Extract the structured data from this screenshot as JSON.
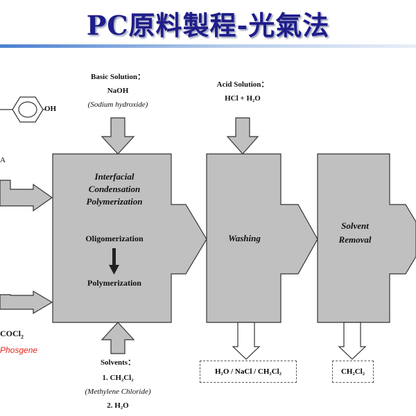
{
  "page": {
    "title": "PC原料製程-光氣法"
  },
  "inputs": {
    "bpa_fragment": "A",
    "oh_group": "OH",
    "phosgene_formula": "COCl",
    "phosgene_formula_sub": "2",
    "phosgene_name": "Phosgene"
  },
  "basic_solution": {
    "title": "Basic Solution：",
    "formula": "NaOH",
    "name": "(Sodium hydroxide)"
  },
  "acid_solution": {
    "title": "Acid Solution：",
    "formula": "HCl + H₂O"
  },
  "reactor": {
    "line1": "Interfacial",
    "line2": "Condensation",
    "line3": "Polymerization",
    "step1": "Oligomerization",
    "step2": "Polymerization"
  },
  "washing": {
    "label": "Washing"
  },
  "solvent_removal": {
    "line1": "Solvent",
    "line2": "Removal"
  },
  "solvents": {
    "title": "Solvents：",
    "item1": "1.   CH₂Cl₂",
    "item1_name": "(Methylene Chloride)",
    "item2": "2. H₂O"
  },
  "outputs": {
    "washing": "H₂O / NaCl / CH₂Cl₂",
    "removal": "CH₂Cl₂"
  },
  "colors": {
    "box_fill": "#c0c0c0",
    "stroke": "#333333",
    "title": "#1f1d8a",
    "phosgene": "#e8231b"
  }
}
